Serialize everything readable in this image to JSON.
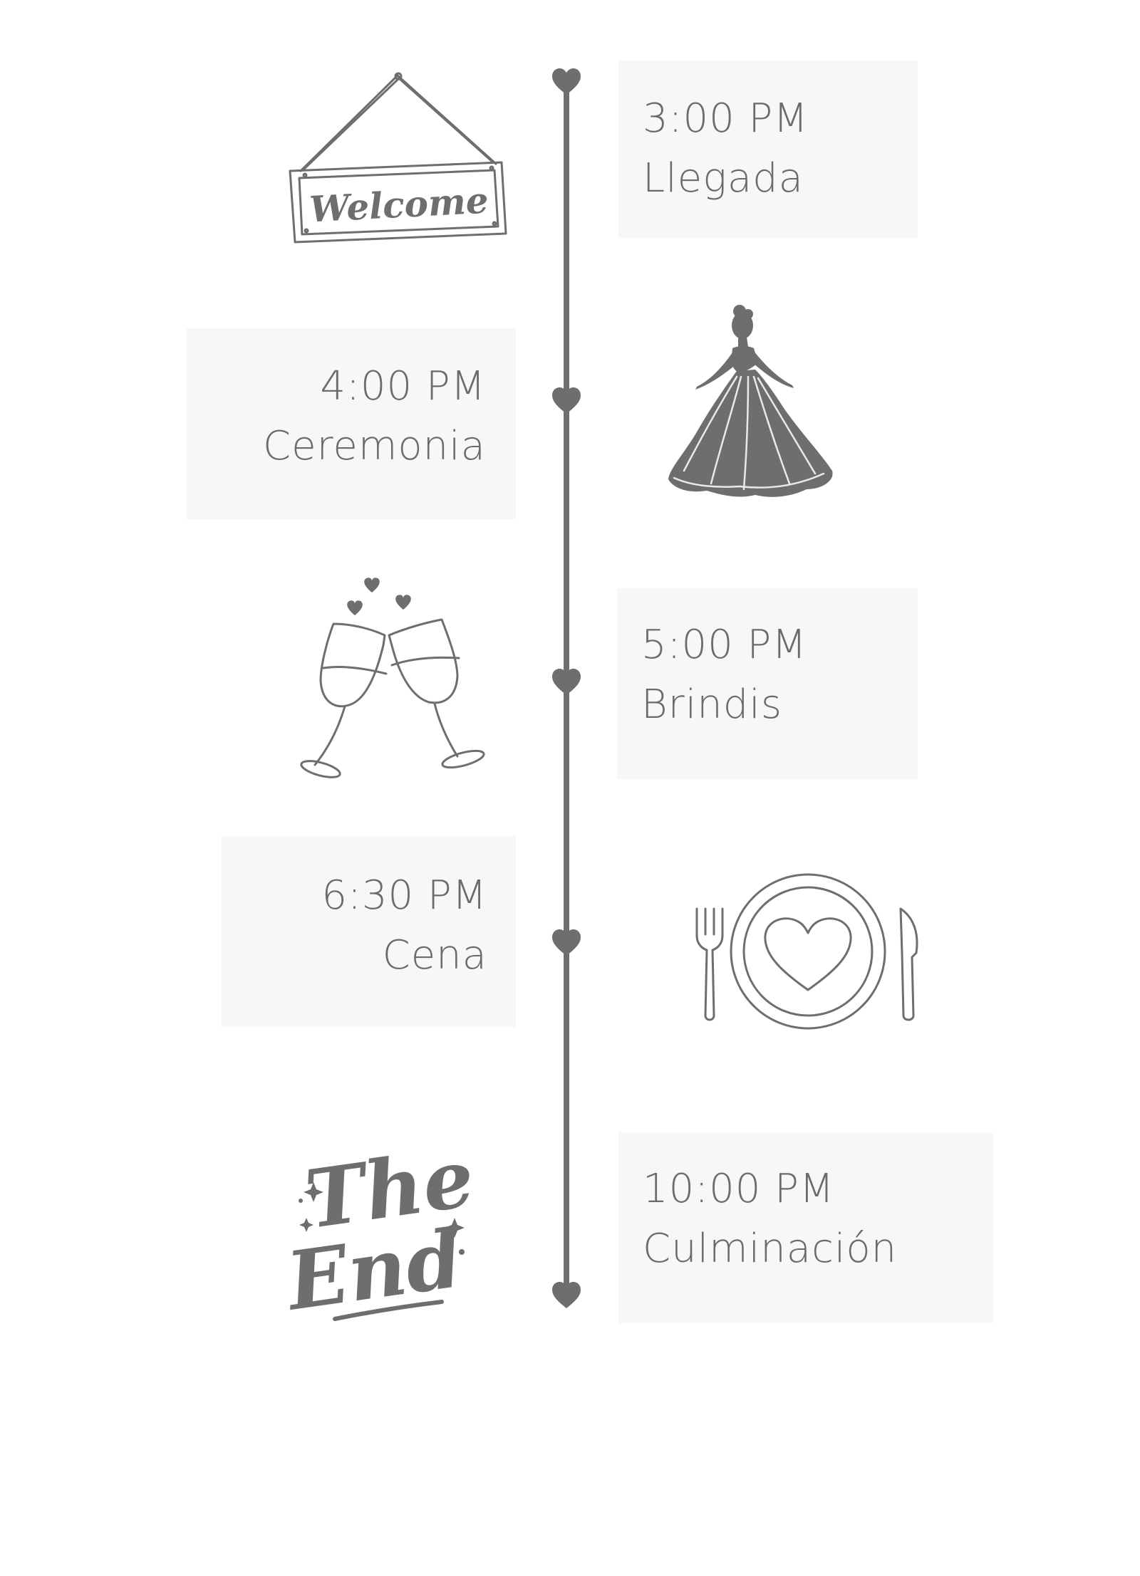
{
  "events": [
    {
      "time": "3:00 PM",
      "label": "Llegada",
      "icon": "welcome-sign-icon"
    },
    {
      "time": "4:00 PM",
      "label": "Ceremonia",
      "icon": "ball-gown-icon"
    },
    {
      "time": "5:00 PM",
      "label": "Brindis",
      "icon": "champagne-toast-icon"
    },
    {
      "time": "6:30 PM",
      "label": "Cena",
      "icon": "dinner-plate-icon"
    },
    {
      "time": "10:00 PM",
      "label": "Culminación",
      "icon": "the-end-lettering-icon"
    }
  ],
  "logo_text": {
    "welcome": "Welcome",
    "the_end_line1": "The",
    "the_end_line2": "End"
  },
  "colors": {
    "ink": "#6e6e6e",
    "text": "#6b6b6b",
    "box_background": "#f8f7f5",
    "page_background": "#ffffff"
  }
}
